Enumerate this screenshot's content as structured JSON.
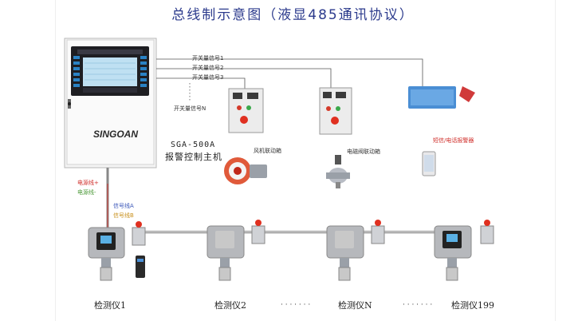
{
  "title": "总线制示意图（液显485通讯协议）",
  "controller": {
    "brand": "SINGOAN",
    "model": "SGA-500A",
    "name": "报警控制主机"
  },
  "signals": [
    "开关量信号1",
    "开关量信号2",
    "开关量信号3",
    "开关量信号N"
  ],
  "bus_lines": {
    "power_plus": "电源线+",
    "power_minus": "电源线-",
    "signal_a": "信号线A",
    "signal_b": "信号线B"
  },
  "devices": {
    "fan_box": "风机联动箱",
    "valve_box": "电磁阀联动箱",
    "alarm": "短信/电话报警器"
  },
  "detectors": [
    "检测仪1",
    "检测仪2",
    "检测仪N",
    "检测仪199"
  ],
  "ellipsis": "· · · · · · ·",
  "colors": {
    "title": "#2b3a8c",
    "power_plus": "#d0302c",
    "power_minus": "#4d9a3a",
    "signal_a": "#3a56b8",
    "signal_b": "#c8901c"
  }
}
